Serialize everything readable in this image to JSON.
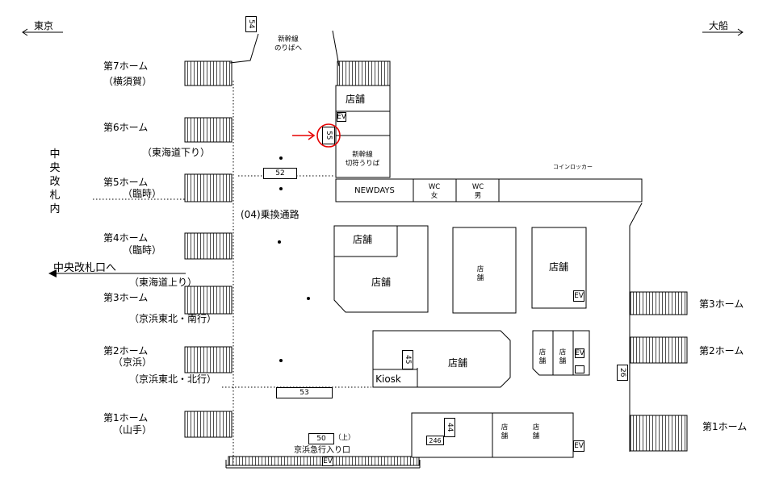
{
  "directions": {
    "left": "東京",
    "right": "大船"
  },
  "platforms_left": [
    {
      "name": "第7ホーム",
      "sub": "（横須賀）"
    },
    {
      "name": "第6ホーム",
      "sub": "（東海道下り）"
    },
    {
      "name": "第5ホーム",
      "sub": "（臨時）"
    },
    {
      "name": "第4ホーム",
      "sub": "（臨時）"
    },
    {
      "name": "第3ホーム",
      "above": "（東海道上り）",
      "sub": "（京浜東北・南行）"
    },
    {
      "name": "第2ホーム",
      "sub": "（京浜）",
      "sub2": "（京浜東北・北行）"
    },
    {
      "name": "第1ホーム",
      "sub": "（山手）"
    }
  ],
  "platforms_right": [
    "第3ホーム",
    "第2ホーム",
    "第1ホーム"
  ],
  "central_gate_inside": "中央改札内",
  "central_gate_exit": "中央改札口へ",
  "corridor": "(04)乗換通路",
  "shinkansen_platform": "新幹線\nのりばへ",
  "shinkansen_tickets": "新幹線\n切符うりば",
  "coin_locker": "コインロッカー",
  "shops": {
    "shop": "店舗",
    "shop_vertical": "店\n舗",
    "newdays": "NEWDAYS",
    "wc_women": "WC\n女",
    "wc_men": "WC\n男",
    "kiosk": "Kiosk"
  },
  "ev": "EV",
  "numbers": {
    "n54": "54",
    "n55": "55",
    "n52": "52",
    "n53": "53",
    "n50": "50",
    "n50_note": "（上）",
    "n45": "45",
    "n44": "44",
    "n246": "246",
    "n26": "26"
  },
  "keikyu_exit": "京浜急行入り口",
  "colors": {
    "highlight": "#e60000"
  }
}
